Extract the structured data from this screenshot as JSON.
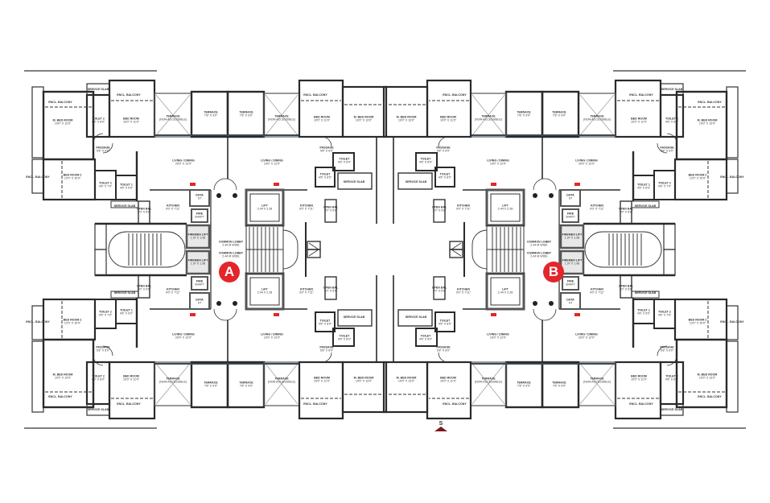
{
  "plan": {
    "rooms": [
      {
        "name": "ENCL. BALCONY",
        "dims": ""
      },
      {
        "name": "M. BED ROOM",
        "dims": "10'0\" X 13'0\""
      },
      {
        "name": "TOILET 2",
        "dims": "4'6\" X 8'0\""
      },
      {
        "name": "SERVICE SLAB",
        "dims": ""
      },
      {
        "name": "BED ROOM",
        "dims": "10'0\" X 11'0\""
      },
      {
        "name": "ENCL. BALCONY",
        "dims": ""
      },
      {
        "name": "PASSAGE",
        "dims": "5'8\" X 6'0\""
      },
      {
        "name": "TERRACE",
        "dims": "(NON-ACCESSIBLE)"
      },
      {
        "name": "TERRACE",
        "dims": "7'8\" X 9'0\""
      },
      {
        "name": "TERRACE",
        "dims": "7'8\" X 9'0\""
      },
      {
        "name": "TERRACE",
        "dims": "(NON-ACCESSIBLE)"
      },
      {
        "name": "LIVING / DINING",
        "dims": "20'9\" X 12'0\""
      },
      {
        "name": "LIVING / DINING",
        "dims": "19'0\" X 12'0\""
      },
      {
        "name": "ENCL. BALCONY",
        "dims": ""
      },
      {
        "name": "BED ROOM",
        "dims": "10'0\" X 11'0\""
      },
      {
        "name": "M. BED ROOM",
        "dims": "10'0\" X 13'0\""
      },
      {
        "name": "PASSAGE",
        "dims": "5'8\" X 6'0\""
      },
      {
        "name": "TOILET",
        "dims": "4'6\" X 8'0\""
      },
      {
        "name": "TOILET",
        "dims": "4'6\" X 8'0\""
      },
      {
        "name": "SERVICE SLAB",
        "dims": ""
      },
      {
        "name": "BED ROOM 2",
        "dims": "12'0\" X 10'0\""
      },
      {
        "name": "ENCL. BALCONY",
        "dims": ""
      },
      {
        "name": "TOILET 2",
        "dims": "4'6\" X 7'0\""
      },
      {
        "name": "TOILET 1",
        "dims": "4'6\" X 6'0\""
      },
      {
        "name": "SERVICE SLAB",
        "dims": ""
      },
      {
        "name": "OPEN BAL",
        "dims": "3'0\" X 6'0\""
      },
      {
        "name": "KITCHEN",
        "dims": "9'0\" X 7'11\""
      },
      {
        "name": "DATA",
        "dims": "ST"
      },
      {
        "name": "FIRE",
        "dims": "SHAFT"
      },
      {
        "name": "FIREMEN LIFT",
        "dims": "1.97 X 1.98"
      },
      {
        "name": "LIFT",
        "dims": "2.44 X 2.28"
      },
      {
        "name": "COMMON LOBBY",
        "dims": "2.44 M WIDE"
      },
      {
        "name": "KITCHEN",
        "dims": "9'0\" X 7'11\""
      },
      {
        "name": "OPEN BAL",
        "dims": "3'0\" X 6'0\""
      }
    ],
    "towers": [
      "A",
      "B"
    ],
    "north_marker": "S",
    "colors": {
      "wall": "#2a2a2a",
      "accent": "#e3262b",
      "window": "#3a4a5a"
    }
  }
}
